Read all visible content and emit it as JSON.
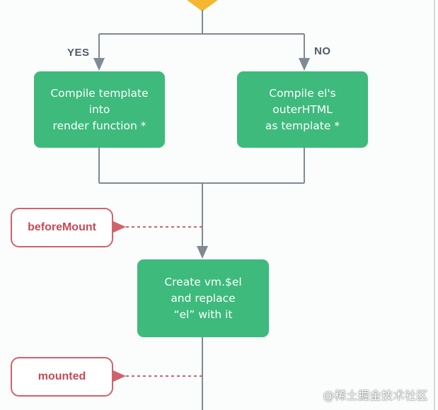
{
  "diagram": {
    "branch_yes": "YES",
    "branch_no": "NO",
    "box_compile_template": "Compile template\ninto\nrender function *",
    "box_compile_el": "Compile el's\nouterHTML\nas template *",
    "box_create_el": "Create vm.$el\nand replace\n“el” with it",
    "hook_before_mount": "beforeMount",
    "hook_mounted": "mounted"
  },
  "colors": {
    "box_green": "#3dba7c",
    "hook_red": "#d0626b",
    "line_gray": "#7f8a93",
    "decision_orange": "#f5b731"
  },
  "watermark": "@稀土掘金技术社区"
}
